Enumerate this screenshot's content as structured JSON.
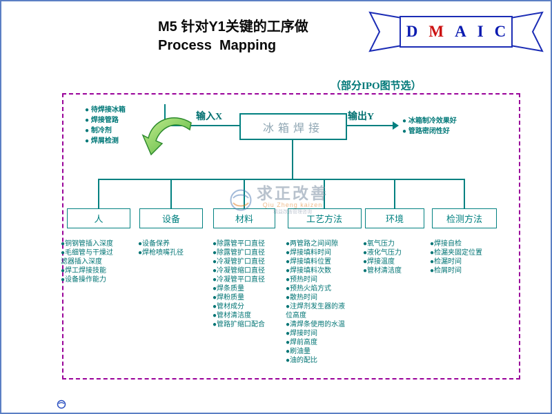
{
  "bullet": "●",
  "title": {
    "line1": "M5 针对Y1关键的工序做",
    "line2": "Process  Mapping"
  },
  "banner": {
    "letters": [
      "D",
      "M",
      "A",
      "I",
      "C"
    ]
  },
  "subtitle": "（部分IPO图节选）",
  "flow": {
    "input_label": "输入X",
    "output_label": "输出Y",
    "process_name": "冰箱焊接",
    "inputs": [
      "待焊接冰箱",
      "焊接管路",
      "制冷剂",
      "焊屑检测"
    ],
    "outputs": [
      "冰箱制冷效果好",
      "管路密闭性好"
    ]
  },
  "categories": [
    {
      "label": "人",
      "items": [
        "铜钢管插入深度",
        "毛细管与干燥过滤器插入深度",
        "焊工焊接技能",
        "设备操作能力"
      ]
    },
    {
      "label": "设备",
      "items": [
        "设备保养",
        "焊枪喷嘴孔径"
      ]
    },
    {
      "label": "材料",
      "items": [
        "除露管平口直径",
        "除露管扩口直径",
        "冷凝管扩口直径",
        "冷凝管缩口直径",
        "冷凝管平口直径",
        "焊条质量",
        "焊粉质量",
        "管材成分",
        "管材清洁度",
        "管路扩缩口配合"
      ]
    },
    {
      "label": "工艺方法",
      "items": [
        "两管路之间间隙",
        "焊接填料时间",
        "焊接填料位置",
        "焊接填料次数",
        "预热时间",
        "预热火焰方式",
        "散热时间",
        "注焊剂发生器的液位高度",
        "清焊条使用的水温",
        "焊接时间",
        "焊前高度",
        "刷油量",
        "油的配比"
      ]
    },
    {
      "label": "环境",
      "items": [
        "氧气压力",
        "液化气压力",
        "焊接温度",
        "管材清洁度"
      ]
    },
    {
      "label": "检测方法",
      "items": [
        "焊接自检",
        "检漏夹固定位置",
        "检漏时间",
        "检屑时间"
      ]
    }
  ],
  "watermark": {
    "main": "求正改善",
    "sub": "Qiu Zheng kaizen",
    "tagline": "精益改善管理咨询"
  },
  "colors": {
    "teal": "#008080",
    "dashed_frame": "#990099",
    "banner_blue": "#0b1bb0",
    "banner_red": "#cc1111",
    "green_arrow": "#6abf3a",
    "watermark_orange": "#e07818",
    "process_text": "#8fa6b3"
  }
}
